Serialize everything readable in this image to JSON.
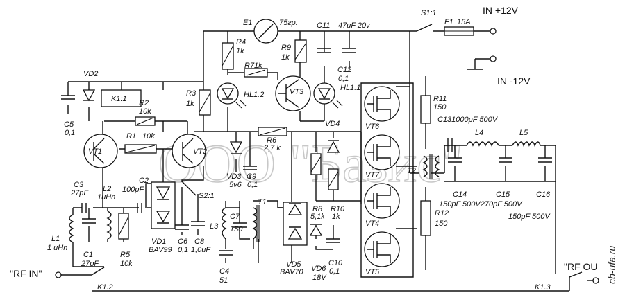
{
  "watermark": "ООО \"Базис\"",
  "site": "cb-ufa.ru",
  "terminals": {
    "in_pos": "IN +12V",
    "in_neg": "IN -12V",
    "rf_in": "\"RF IN\"",
    "rf_out": "\"RF OU"
  },
  "labels": {
    "E1": "E1",
    "E1_val": "75гр.",
    "C11": "C11",
    "C11_val": "47uF 20v",
    "S1": "S1:1",
    "F1": "F1",
    "F1_val": "15A",
    "R4": "R4",
    "R4_val": "1k",
    "R9": "R9",
    "R9_val": "1k",
    "C12": "C12",
    "C12_val": "0,1",
    "VD2": "VD2",
    "K1_1": "K1:1",
    "R2": "R2",
    "R2_val": "10k",
    "R7": "R71k",
    "R3": "R3",
    "R3_val": "1k",
    "HL1_2": "HL1.2",
    "VT3": "VT3",
    "HL1_1": "HL1.1",
    "C5": "C5",
    "C5_val": "0,1",
    "VT1": "VT1",
    "VT2": "VT2",
    "R1": "R1",
    "R1_val": "10k",
    "VD4": "VD4",
    "R6": "R6",
    "R6_val": "2,7 k",
    "VT6": "VT6",
    "VT7": "VT7",
    "VT4": "VT4",
    "VT5": "VT5",
    "R11": "R11",
    "R11_val": "150",
    "C13": "C131000pF 500V",
    "L4": "L4",
    "L5": "L5",
    "T2": "T2",
    "C3": "C3",
    "C3_val": "27pF",
    "L2": "L2",
    "L2_val": "1uHn",
    "C2": "C2",
    "C2_val": "100pF",
    "S2": "S2:1",
    "VD3": "VD3",
    "VD3_val": "5v6",
    "C9": "C9",
    "C9_val": "0,1",
    "C14": "C14",
    "C15": "C15",
    "C16": "C16",
    "C14_val": "150pF 500V270pF 500V",
    "C16_val": "150pF 500V",
    "T1": "T1",
    "C7": "C7",
    "C7_val": "150",
    "L3": "L3",
    "R8": "R8",
    "R8_val": "5,1k",
    "R10": "R10",
    "R10_val": "1k",
    "R12": "R12",
    "R12_val": "150",
    "L1": "L1",
    "L1_val": "1 uHn",
    "C1": "C1",
    "C1_val": "27pF",
    "R5": "R5",
    "R5_val": "10k",
    "VD1": "VD1",
    "VD1_val": "BAV99",
    "C6": "C6",
    "C6_val": "0,1",
    "C8": "C8",
    "C8_val": "1,0uF",
    "C4": "C4",
    "C4_val": "51",
    "VD5": "VD5",
    "VD5_val": "BAV70",
    "VD6": "VD6",
    "VD6_val": "18V",
    "C10": "C10",
    "C10_val": "0,1",
    "K1_2": "K1.2",
    "K1_3": "K1.3"
  }
}
